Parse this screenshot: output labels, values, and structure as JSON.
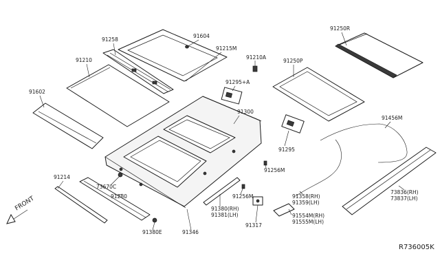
{
  "diagram": {
    "reference_code": "R736005K",
    "front_label": "FRONT",
    "parts": {
      "p91258": "91258",
      "p91604": "91604",
      "p91250R": "91250R",
      "p91210": "91210",
      "p91215M": "91215M",
      "p91210A": "91210A",
      "p91250P": "91250P",
      "p91602": "91602",
      "p91295A": "91295+A",
      "p91300": "91300",
      "p91456M": "91456M",
      "p91295": "91295",
      "p91214": "91214",
      "p73670C": "73670C",
      "p91280": "91280",
      "p91256M_a": "91256M",
      "p91256M_b": "91256M",
      "p91380_rh": "91380(RH)",
      "p91381_lh": "91381(LH)",
      "p91358_rh": "91358(RH)",
      "p91359_lh": "91359(LH)",
      "p73836_rh": "73836(RH)",
      "p73837_lh": "73837(LH)",
      "p91317": "91317",
      "p91554M_rh": "91554M(RH)",
      "p91555M_lh": "91555M(LH)",
      "p91380E": "91380E",
      "p91346": "91346"
    }
  }
}
